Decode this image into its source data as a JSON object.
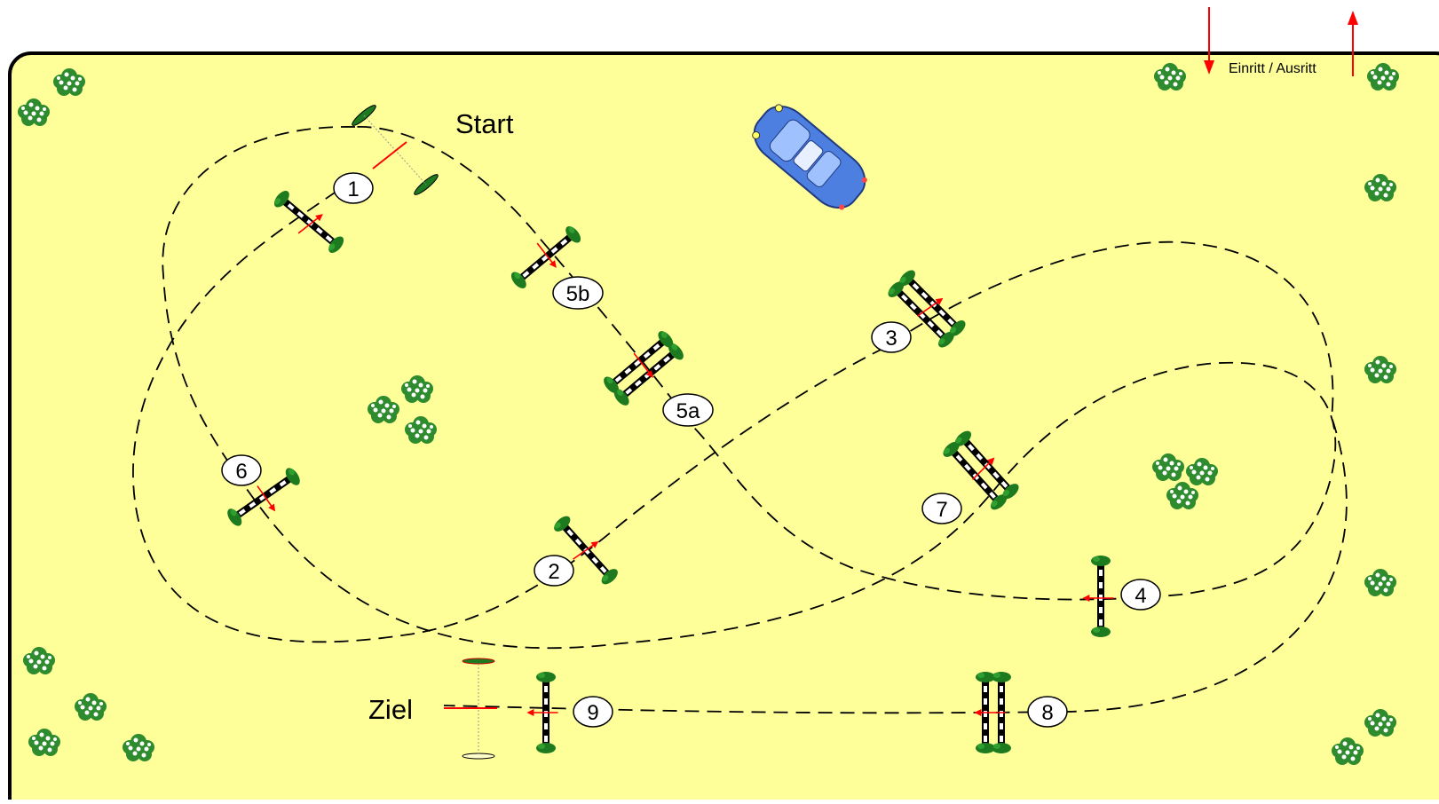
{
  "title": "",
  "entrance_label": "Einritt / Ausritt",
  "start_label": "Start",
  "finish_label": "Ziel",
  "colors": {
    "arena_fill": "#ffff99",
    "arena_border": "#000000",
    "route": "#000000",
    "arrow": "#ff0000",
    "pole_black": "#000000",
    "pole_white": "#ffffff",
    "standard_green": "#1e7a1e",
    "car_body": "#4d7fe0",
    "bush": "#2e8b2e"
  },
  "obstacles": [
    {
      "number": "1",
      "kind": "vertical"
    },
    {
      "number": "2",
      "kind": "vertical"
    },
    {
      "number": "3",
      "kind": "oxer"
    },
    {
      "number": "4",
      "kind": "vertical"
    },
    {
      "number": "5a",
      "kind": "oxer"
    },
    {
      "number": "5b",
      "kind": "vertical"
    },
    {
      "number": "6",
      "kind": "vertical"
    },
    {
      "number": "7",
      "kind": "oxer"
    },
    {
      "number": "8",
      "kind": "oxer"
    },
    {
      "number": "9",
      "kind": "vertical"
    }
  ],
  "decorations": {
    "car": "car-icon",
    "bushes": "bush-icon"
  }
}
